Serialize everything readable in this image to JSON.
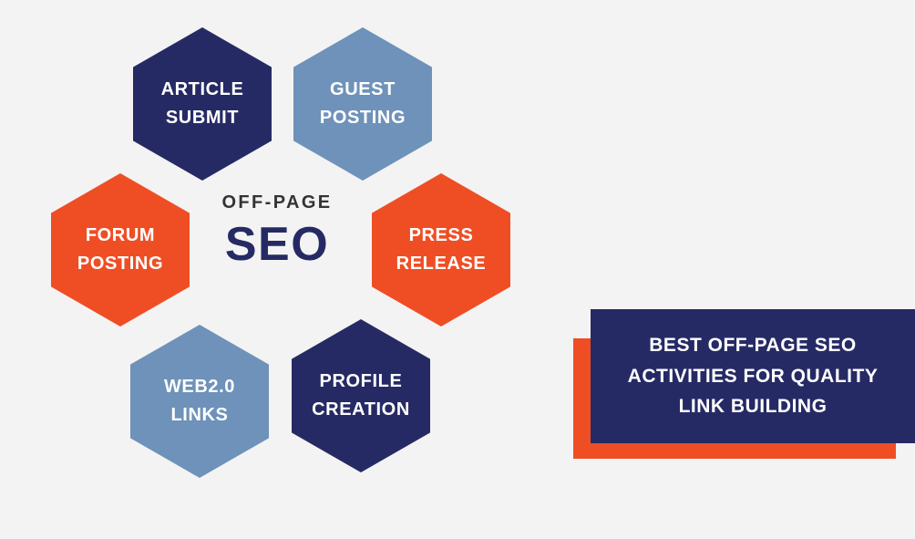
{
  "background_color": "#f3f3f3",
  "palette": {
    "navy": "#262a64",
    "orange": "#ef4e25",
    "slate_blue": "#6e92b9",
    "text_light": "#ffffff",
    "text_dark": "#333333"
  },
  "center": {
    "kicker": "OFF-PAGE",
    "headline": "SEO"
  },
  "hexagons": [
    {
      "id": "article-submit",
      "label": "ARTICLE\nSUBMIT",
      "color": "#262a64",
      "color_name": "navy"
    },
    {
      "id": "guest-posting",
      "label": "GUEST\nPOSTING",
      "color": "#6e92b9",
      "color_name": "slate_blue"
    },
    {
      "id": "forum-posting",
      "label": "FORUM\nPOSTING",
      "color": "#ef4e25",
      "color_name": "orange"
    },
    {
      "id": "press-release",
      "label": "PRESS\nRELEASE",
      "color": "#ef4e25",
      "color_name": "orange"
    },
    {
      "id": "web20-links",
      "label": "WEB2.0\nLINKS",
      "color": "#6e92b9",
      "color_name": "slate_blue"
    },
    {
      "id": "profile-creation",
      "label": "PROFILE\nCREATION",
      "color": "#262a64",
      "color_name": "navy"
    }
  ],
  "banner": {
    "text": "BEST OFF-PAGE SEO ACTIVITIES FOR QUALITY LINK BUILDING",
    "plate_color": "#262a64",
    "shadow_color": "#ef4e25"
  }
}
